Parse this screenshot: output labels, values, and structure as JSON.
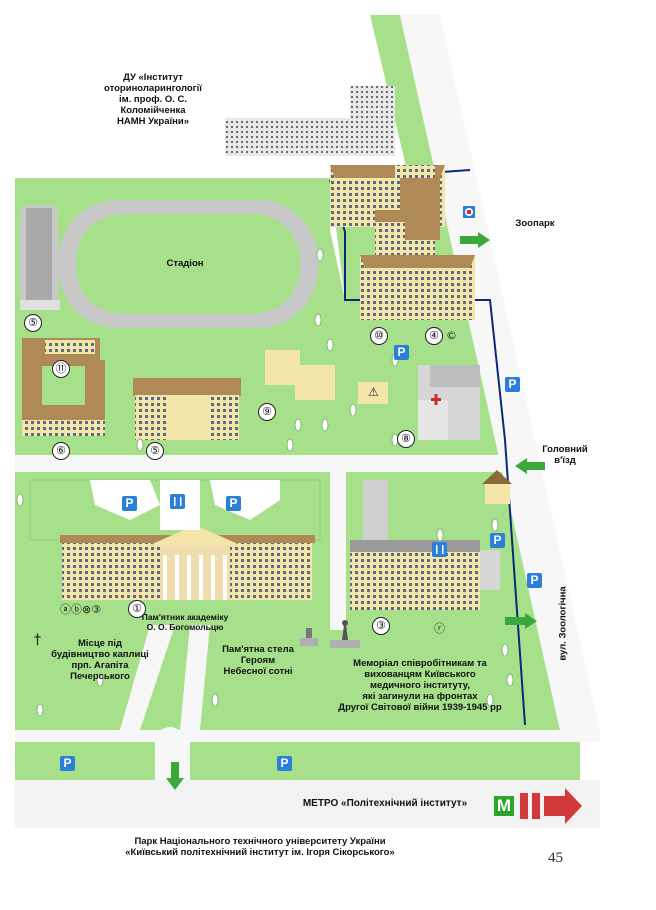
{
  "labels": {
    "institute": "ДУ «Інститут\nоториноларингології\nім. проф. О. С. Коломійченка\nНАМН України»",
    "stadium": "Стадіон",
    "zoo": "Зоопарк",
    "main_entrance": "Головний\nв'їзд",
    "street": "вул. Зоологічна",
    "bogomolets": "Пам'ятник академіку\nО. О. Богомольцю",
    "chapel": "Місце під\nбудівництво каплиці\nпрп. Агапіта\nПечерського",
    "heroes": "Пам'ятна стела\nГероям\nНебесної сотні",
    "memorial": "Меморіал співробітникам та\nвихованцям Київського\nмедичного інституту,\nякі загинули на фронтах\nДругої Світової війни 1939-1945 рр",
    "metro": "МЕТРО «Політехнічний інститут»",
    "park": "Парк Національного технічного університету України\n«Київський політехнічний інститут ім. Ігоря Сікорського»",
    "page_number": "45"
  },
  "building_numbers": [
    "⑤",
    "⑪",
    "⑥",
    "⑤",
    "⑨",
    "⑩",
    "④",
    "⑧",
    "①",
    "③"
  ],
  "service_markers": {
    "b4": "©",
    "b1": "ⓐⓑ⊗③",
    "b3": "ⓡ"
  },
  "icons": {
    "parking": "P",
    "metro": "M",
    "cross": "†",
    "warning": "⚠"
  },
  "colors": {
    "lawn": "#a6e08a",
    "road": "#f2f2f2",
    "boundary": "#0a2a7a",
    "building_light": "#f3e6a8",
    "roof": "#b08a56",
    "parking": "#2a7fd6",
    "metro_green": "#2aa52a",
    "arrow_red": "#d13a3a",
    "arrow_green": "#3aa83a"
  }
}
